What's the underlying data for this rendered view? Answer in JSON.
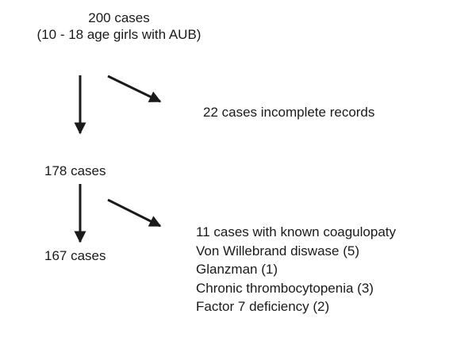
{
  "start": {
    "line1": "200 cases",
    "line2": "(10 - 18 age girls with AUB)"
  },
  "excluded_incomplete": "22 cases incomplete records",
  "middle": "178 cases",
  "excluded_coagulopathy": {
    "heading": "11 cases with known coagulopaty",
    "items": [
      "Von Willebrand diswase (5)",
      "Glanzman (1)",
      "Chronic thrombocytopenia (3)",
      "Factor 7 deficiency (2)"
    ]
  },
  "final": "167 cases",
  "colors": {
    "text": "#1a1a1a",
    "arrow": "#1a1a1a",
    "background": "#ffffff"
  }
}
